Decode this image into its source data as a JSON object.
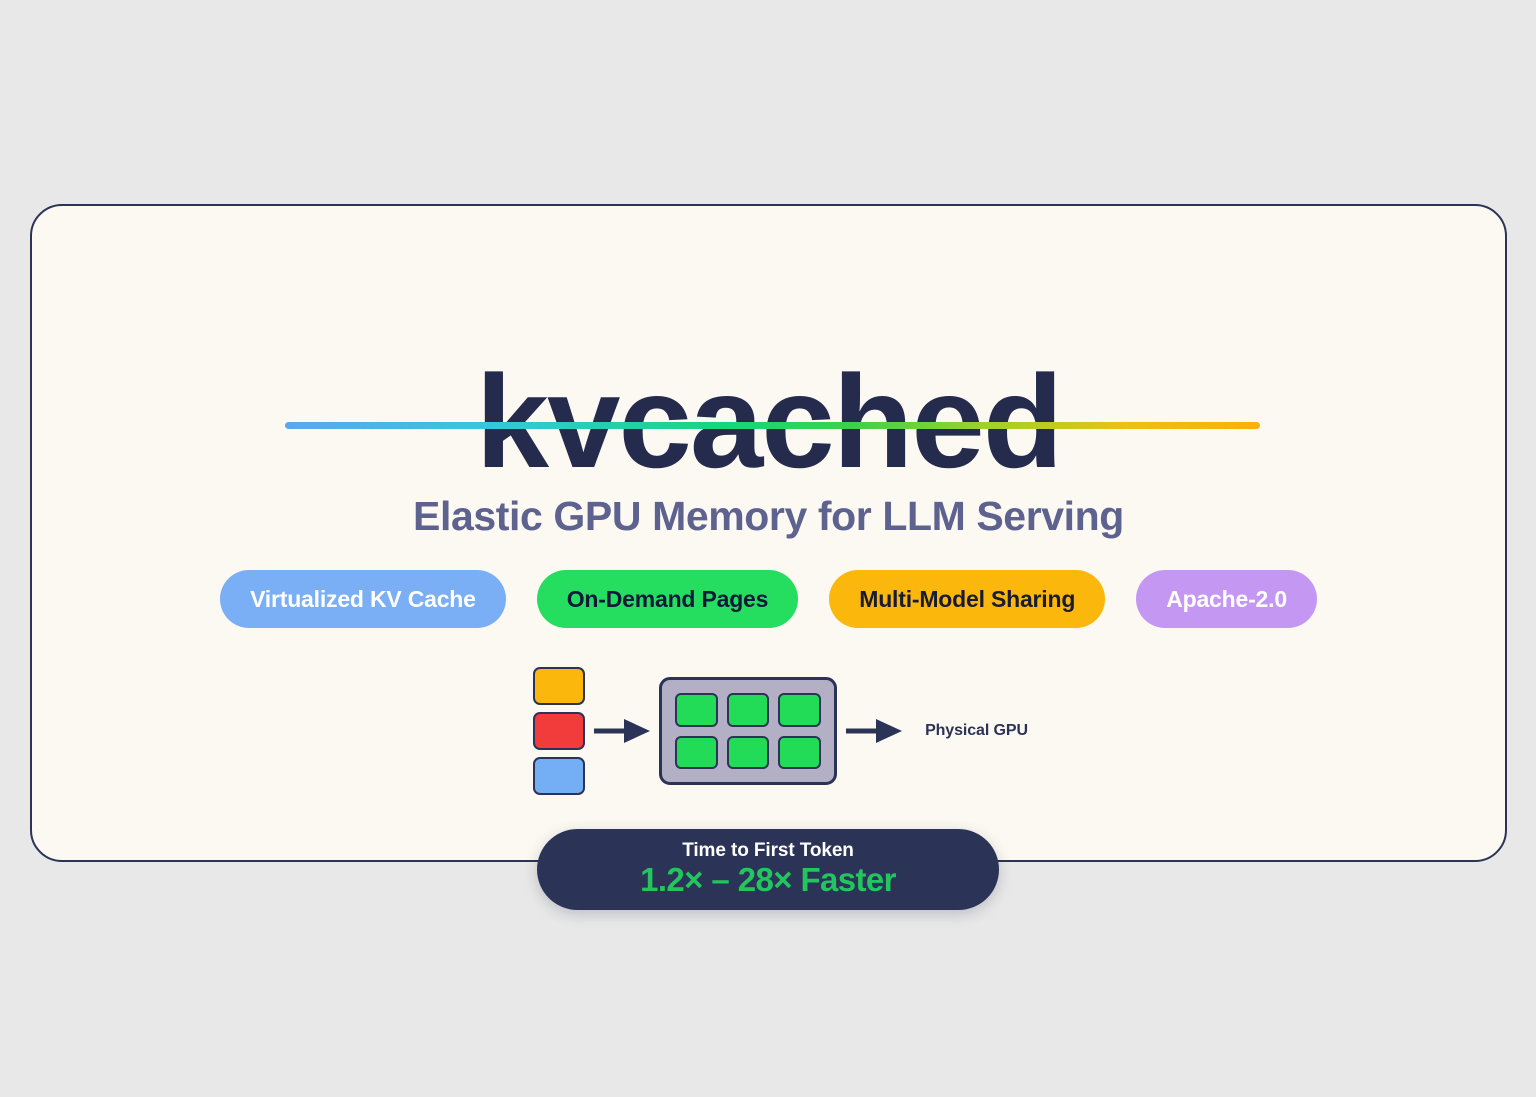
{
  "page": {
    "background_color": "#e8e8e8"
  },
  "card": {
    "background_color": "#fcf9f2",
    "border_color": "#2b3357"
  },
  "hero": {
    "title": "kvcached",
    "title_color": "#242b4d",
    "subtitle": "Elastic GPU Memory for LLM Serving",
    "subtitle_color": "#5e628f",
    "divider_gradient": [
      "#5aa7f0",
      "#35c8d8",
      "#15d67e",
      "#3bd14a",
      "#9ed22a",
      "#e9c213",
      "#fbb007"
    ]
  },
  "feature_pills": [
    {
      "label": "Virtualized KV Cache",
      "background_color": "#7aaef5",
      "text_color": "#ffffff"
    },
    {
      "label": "On-Demand Pages",
      "background_color": "#25dd5f",
      "text_color": "#11193a"
    },
    {
      "label": "Multi-Model Sharing",
      "background_color": "#fbb70c",
      "text_color": "#181c30"
    },
    {
      "label": "Apache-2.0",
      "background_color": "#c497f2",
      "text_color": "#ffffff"
    }
  ],
  "diagram": {
    "source_blocks": [
      {
        "name": "model-block-amber",
        "color": "#fbb70c"
      },
      {
        "name": "model-block-red",
        "color": "#f23b3b"
      },
      {
        "name": "model-block-blue",
        "color": "#74aef5"
      }
    ],
    "arrow_color": "#2b3357",
    "gpu_box": {
      "background_color": "#b3b0c6",
      "border_color": "#2b3357",
      "page_color": "#22dc57",
      "page_count": 6
    },
    "output_label": "Physical GPU",
    "output_label_color": "#2b3357"
  },
  "metric_badge": {
    "label": "Time to First Token",
    "value": "1.2× – 28× Faster",
    "background_color": "#2b3357",
    "label_color": "#ffffff",
    "value_color": "#22c55e"
  }
}
